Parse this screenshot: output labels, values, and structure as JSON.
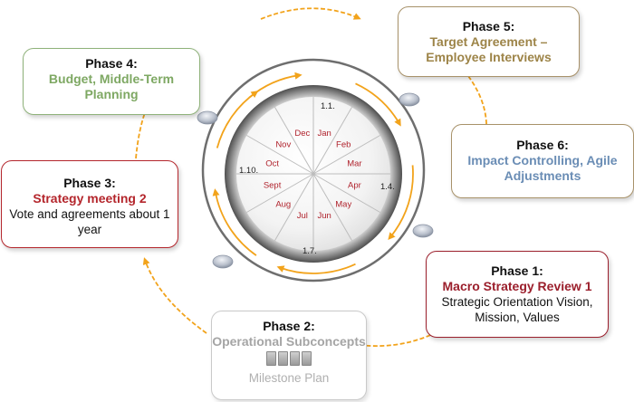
{
  "colors": {
    "arrow": "#f2a31b",
    "month_text": "#b0232d",
    "date_text": "#222222",
    "phase1_accent": "#9b1f2c",
    "phase2_accent": "#a5a5a5",
    "phase3_accent": "#b4262c",
    "phase4_accent": "#7ea863",
    "phase5_accent": "#9d8448",
    "phase6_accent": "#6a8db5"
  },
  "dial": {
    "dates": {
      "top": "1.1.",
      "right": "1.4.",
      "bottom": "1.7.",
      "left": "1.10."
    },
    "months": [
      "Jan",
      "Feb",
      "Mar",
      "Apr",
      "May",
      "Jun",
      "Jul",
      "Aug",
      "Sept",
      "Oct",
      "Nov",
      "Dec"
    ]
  },
  "phases": {
    "phase1": {
      "title": "Phase 1:",
      "subtitle": "Macro Strategy Review 1",
      "description": "Strategic Orientation Vision, Mission, Values"
    },
    "phase2": {
      "title": "Phase 2:",
      "subtitle": "Operational Subconcepts",
      "milestone": "Milestone Plan",
      "icon": "document-stack-icon"
    },
    "phase3": {
      "title": "Phase 3:",
      "subtitle": "Strategy meeting 2",
      "description": "Vote and agreements about 1 year"
    },
    "phase4": {
      "title": "Phase 4:",
      "subtitle": "Budget, Middle-Term Planning"
    },
    "phase5": {
      "title": "Phase 5:",
      "subtitle": "Target Agreement – Employee Interviews"
    },
    "phase6": {
      "title": "Phase 6:",
      "subtitle": "Impact Controlling, Agile Adjustments"
    }
  }
}
